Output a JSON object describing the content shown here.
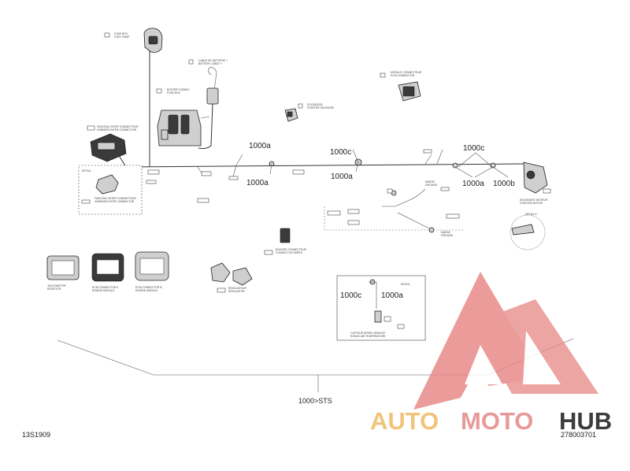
{
  "diagram": {
    "document_number": "13S1909",
    "part_number": "278003701",
    "sts_label": "1000>STS",
    "torque_labels": [
      "1000a",
      "1000a",
      "1000c",
      "1000a",
      "1000c",
      "1000a",
      "1000b",
      "1000c",
      "1000a"
    ],
    "watermark": {
      "brand_auto": "AUTO",
      "brand_moto": "MOTO",
      "brand_hub": "HUB",
      "colors": {
        "triangle": "#e88a88",
        "auto": "#f2c37a",
        "moto": "#e79a98",
        "hub": "#3c3c3c"
      }
    }
  }
}
